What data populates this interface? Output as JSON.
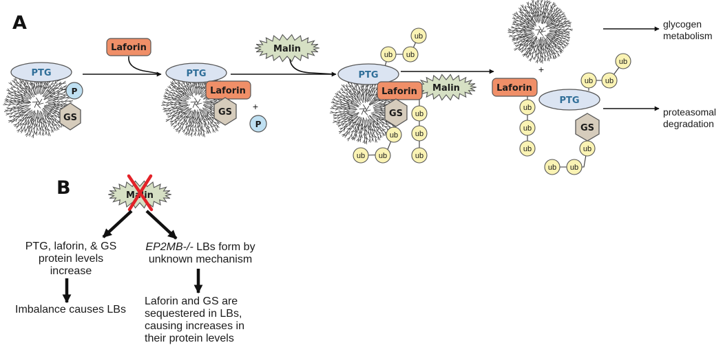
{
  "panel_a": {
    "label": "A",
    "labels": {
      "ptg": "PTG",
      "laforin": "Laforin",
      "malin": "Malin",
      "gs": "GS",
      "phosphate": "P",
      "ubiquitin": "ub",
      "plus": "+"
    },
    "outcomes": {
      "glycogen": "glycogen\nmetabolism",
      "proteasomal": "proteasomal\ndegradation"
    }
  },
  "panel_b": {
    "label": "B",
    "malin_label": "Malin",
    "left_step1": "PTG, laforin, & GS\nprotein levels\nincrease",
    "left_step2": "Imbalance causes LBs",
    "right_step1_gene": "EP2MB-/-",
    "right_step1_text": " LBs form by\nunknown mechanism",
    "right_step2": "Laforin and GS are\nsequestered in LBs,\ncausing increases in\ntheir protein levels"
  },
  "colors": {
    "ptg_fill": "#dbe4f2",
    "ptg_text": "#2f6e98",
    "laforin_fill": "#f08f68",
    "malin_fill": "#d6e0c4",
    "gs_fill": "#d6ccbc",
    "phosphate_fill": "#bfe0f2",
    "ub_fill": "#faf3b4",
    "cross": "#e32228",
    "glycogen": "#3a3a3a"
  }
}
